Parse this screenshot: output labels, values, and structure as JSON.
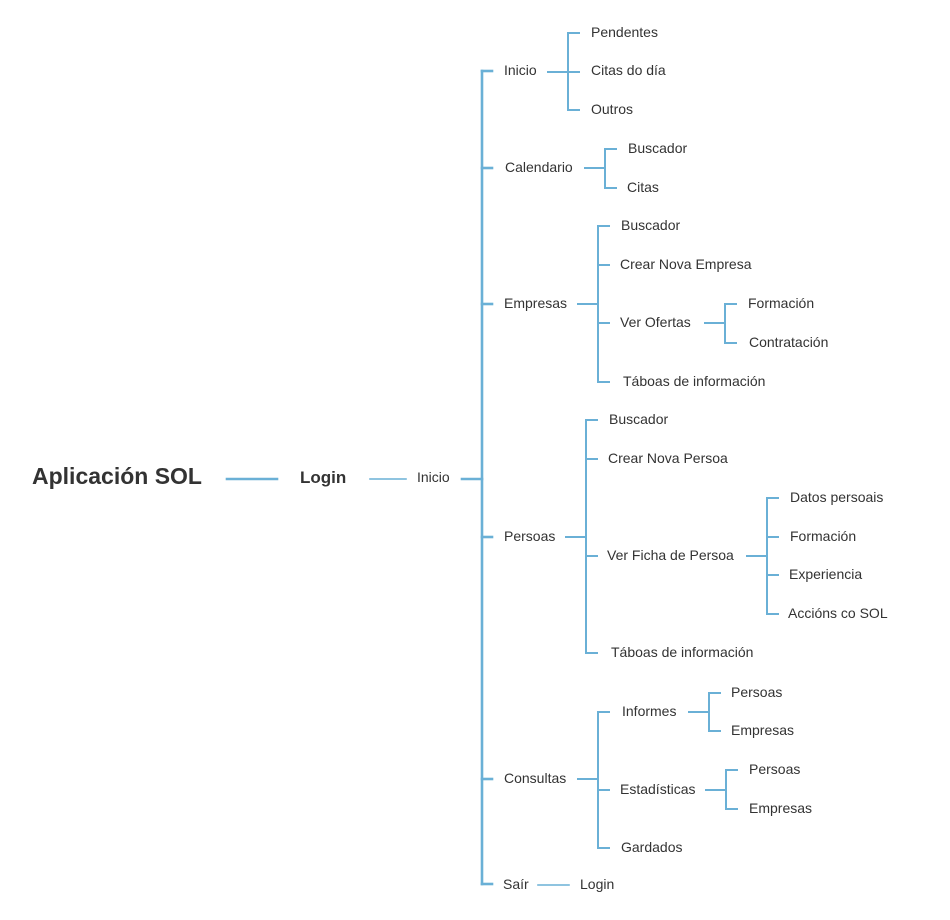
{
  "colors": {
    "line": "#6ab0d6",
    "text": "#333333",
    "background": "#ffffff"
  },
  "root": {
    "label": "Aplicación SOL",
    "child": {
      "label": "Login",
      "child": {
        "label": "Inicio",
        "children": [
          {
            "label": "Inicio",
            "children": [
              {
                "label": "Pendentes"
              },
              {
                "label": "Citas do día"
              },
              {
                "label": "Outros"
              }
            ]
          },
          {
            "label": "Calendario",
            "children": [
              {
                "label": "Buscador"
              },
              {
                "label": "Citas"
              }
            ]
          },
          {
            "label": "Empresas",
            "children": [
              {
                "label": "Buscador"
              },
              {
                "label": "Crear Nova Empresa"
              },
              {
                "label": "Ver Ofertas",
                "children": [
                  {
                    "label": "Formación"
                  },
                  {
                    "label": "Contratación"
                  }
                ]
              },
              {
                "label": "Táboas de información"
              }
            ]
          },
          {
            "label": "Persoas",
            "children": [
              {
                "label": "Buscador"
              },
              {
                "label": "Crear Nova Persoa"
              },
              {
                "label": "Ver Ficha de Persoa",
                "children": [
                  {
                    "label": "Datos persoais"
                  },
                  {
                    "label": "Formación"
                  },
                  {
                    "label": "Experiencia"
                  },
                  {
                    "label": "Accións co SOL"
                  }
                ]
              },
              {
                "label": "Táboas de información"
              }
            ]
          },
          {
            "label": "Consultas",
            "children": [
              {
                "label": "Informes",
                "children": [
                  {
                    "label": "Persoas"
                  },
                  {
                    "label": "Empresas"
                  }
                ]
              },
              {
                "label": "Estadísticas",
                "children": [
                  {
                    "label": "Persoas"
                  },
                  {
                    "label": "Empresas"
                  }
                ]
              },
              {
                "label": "Gardados"
              }
            ]
          },
          {
            "label": "Saír",
            "children": [
              {
                "label": "Login"
              }
            ]
          }
        ]
      }
    }
  }
}
